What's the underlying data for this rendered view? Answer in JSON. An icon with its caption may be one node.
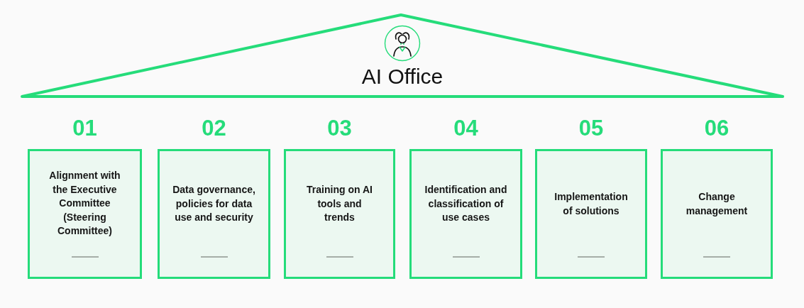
{
  "diagram": {
    "nodes": [
      {
        "text": [
          "AI Office"
        ]
      },
      {
        "text": [
          "01",
          "Alignment with the Executive Committee (Steering Committee)"
        ]
      },
      {
        "text": [
          "02",
          "Data governance, policies for data use and security"
        ]
      },
      {
        "text": [
          "03",
          "Training on AI tools and trends"
        ]
      },
      {
        "text": [
          "04",
          "Identification and classification of use cases"
        ]
      },
      {
        "text": [
          "05",
          "Implementation of solutions"
        ]
      },
      {
        "text": [
          "06",
          "Change management"
        ]
      }
    ]
  }
}
